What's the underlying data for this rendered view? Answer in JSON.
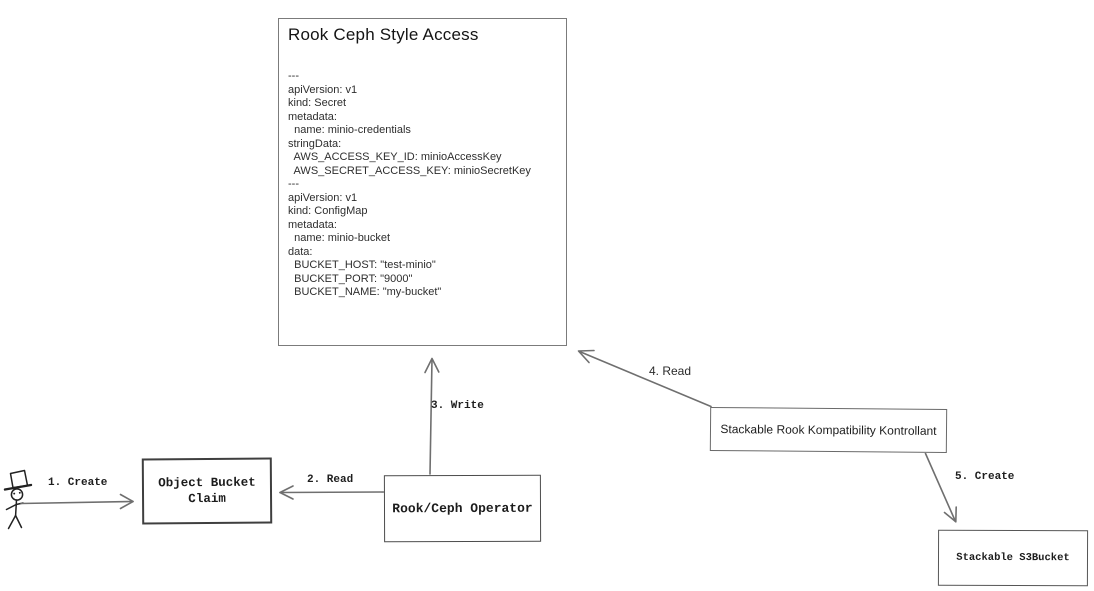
{
  "diagram": {
    "background": "#ffffff",
    "ink_color": "#222222",
    "line_color": "#6f6f6f",
    "actor": {
      "icon": "stickman-top-hat-icon"
    },
    "main_box": {
      "title": "Rook Ceph Style Access",
      "yaml_lines": [
        "---",
        "apiVersion: v1",
        "kind: Secret",
        "metadata:",
        "  name: minio-credentials",
        "stringData:",
        "  AWS_ACCESS_KEY_ID: minioAccessKey",
        "  AWS_SECRET_ACCESS_KEY: minioSecretKey",
        "---",
        "apiVersion: v1",
        "kind: ConfigMap",
        "metadata:",
        "  name: minio-bucket",
        "data:",
        "  BUCKET_HOST: \"test-minio\"",
        "  BUCKET_PORT: \"9000\"",
        "  BUCKET_NAME: \"my-bucket\""
      ]
    },
    "nodes": {
      "object_bucket_claim": {
        "label": "Object Bucket\nClaim"
      },
      "rook_ceph_operator": {
        "label": "Rook/Ceph Operator"
      },
      "stackable_kontrollant": {
        "label": "Stackable Rook Kompatibility Kontrollant"
      },
      "stackable_s3bucket": {
        "label": "Stackable S3Bucket"
      }
    },
    "edges": {
      "create_obc": {
        "label": "1. Create"
      },
      "read_obc": {
        "label": "2. Read"
      },
      "write_manifests": {
        "label": "3. Write"
      },
      "read_manifests": {
        "label": "4. Read"
      },
      "create_s3bucket": {
        "label": "5. Create"
      }
    }
  }
}
